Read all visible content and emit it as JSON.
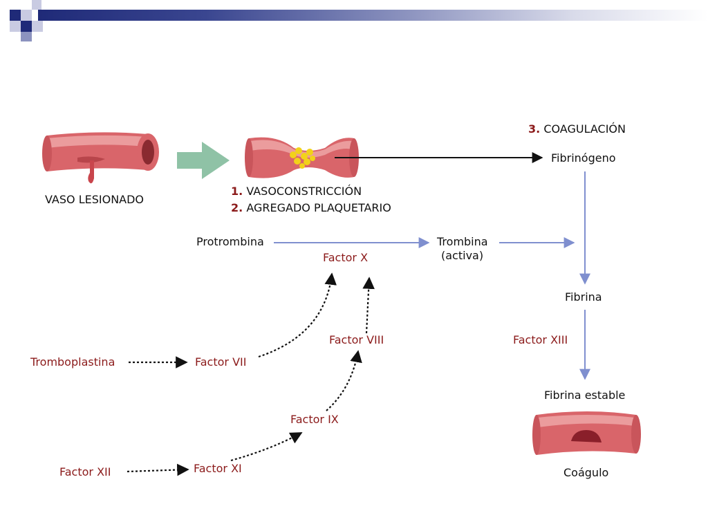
{
  "labels": {
    "vaso_lesionado": "VASO LESIONADO",
    "step1_num": "1.",
    "step1_text": "VASOCONSTRICCIÓN",
    "step2_num": "2.",
    "step2_text": "AGREGADO PLAQUETARIO",
    "step3_num": "3.",
    "step3_text": "COAGULACIÓN",
    "fibrinogeno": "Fibrinógeno",
    "protrombina": "Protrombina",
    "factor_x": "Factor X",
    "trombina": "Trombina",
    "activa": "(activa)",
    "fibrina": "Fibrina",
    "factor_xiii": "Factor XIII",
    "fibrina_estable": "Fibrina estable",
    "coagulo": "Coágulo",
    "tromboplastina": "Tromboplastina",
    "factor_vii": "Factor VII",
    "factor_viii": "Factor VIII",
    "factor_ix": "Factor IX",
    "factor_xii": "Factor XII",
    "factor_xi": "Factor XI"
  },
  "colors": {
    "vessel": "#d9656a",
    "vessel_dark": "#b8454b",
    "vessel_light": "#f2b3b3",
    "arrow_green": "#8fc2a6",
    "arrow_blue": "#7f8fcf",
    "arrow_black": "#111111",
    "factor_red": "#8b1a1a",
    "platelets": "#f2d21a"
  }
}
